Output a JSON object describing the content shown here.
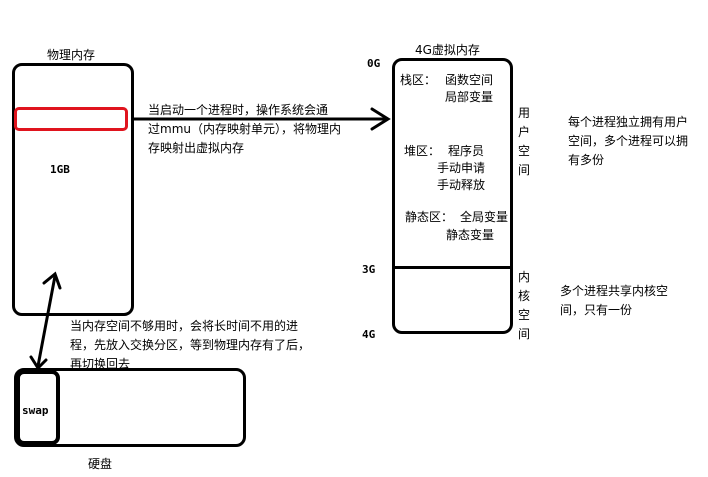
{
  "physical_memory": {
    "title": "物理内存",
    "size_label": "1GB"
  },
  "virtual_memory": {
    "title": "4G虚拟内存",
    "addr_top": "0G",
    "addr_mid": "3G",
    "addr_bottom": "4G",
    "stack_area": {
      "label": "栈区：",
      "line1": "函数空间",
      "line2": "局部变量"
    },
    "heap_area": {
      "label": "堆区：",
      "line1": "程序员",
      "line2": "手动申请",
      "line3": "手动释放"
    },
    "static_area": {
      "label": "静态区：",
      "line1": "全局变量",
      "line2": "静态变量"
    },
    "user_space_label": "用户空间",
    "kernel_space_label": "内核空间"
  },
  "mapping_note": {
    "line1": "当启动一个进程时，操作系统会通",
    "line2": "过mmu（内存映射单元），将物理内",
    "line3": "存映射出虚拟内存"
  },
  "user_space_note": {
    "line1": "每个进程独立拥有用户",
    "line2": "空间，多个进程可以拥",
    "line3": "有多份"
  },
  "kernel_space_note": {
    "line1": "多个进程共享内核空",
    "line2": "间，只有一份"
  },
  "swap_note": {
    "line1": "当内存空间不够用时，会将长时间不用的进",
    "line2": "程，先放入交换分区，等到物理内存有了后，",
    "line3": "再切换回去"
  },
  "disk": {
    "title": "硬盘",
    "swap_label": "swap"
  },
  "colors": {
    "highlight_border": "#e0141e",
    "stroke": "#000000"
  }
}
